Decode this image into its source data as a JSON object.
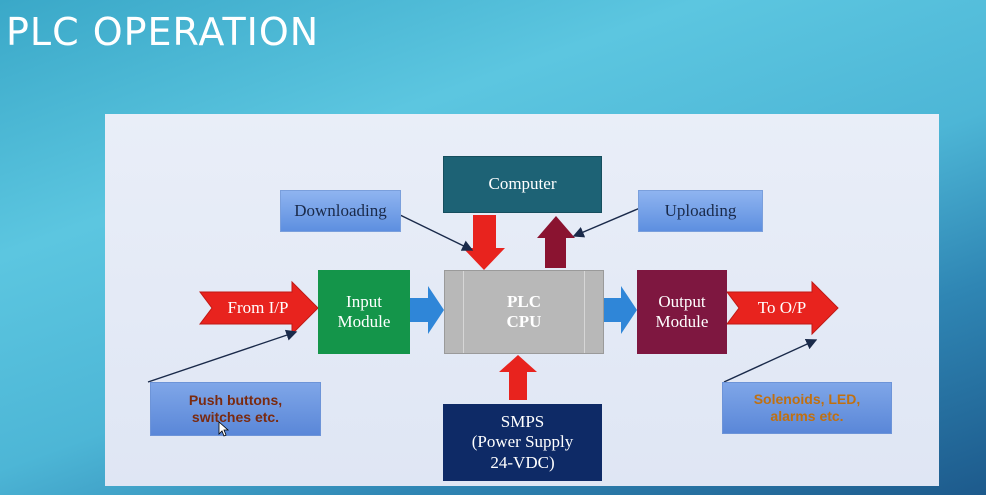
{
  "slide": {
    "title": "PLC OPERATION"
  },
  "diagram": {
    "computer": "Computer",
    "downloading": "Downloading",
    "uploading": "Uploading",
    "input_module": [
      "Input",
      "Module"
    ],
    "plc_cpu": [
      "PLC",
      "CPU"
    ],
    "output_module": [
      "Output",
      "Module"
    ],
    "from_ip": "From I/P",
    "to_op": "To O/P",
    "push_buttons": [
      "Push buttons,",
      "switches etc."
    ],
    "solenoids": [
      "Solenoids, LED,",
      "alarms etc."
    ],
    "smps": [
      "SMPS",
      "(Power Supply",
      "24-VDC)"
    ]
  },
  "colors": {
    "computer_box": "#1d6275",
    "input_module": "#14954a",
    "output_module": "#7e1740",
    "cpu": "#b8b8b8",
    "smps": "#0e2a66",
    "red_arrow": "#e8231e",
    "blue_arrow": "#2f86d8",
    "maroon_arrow": "#8a1330"
  }
}
